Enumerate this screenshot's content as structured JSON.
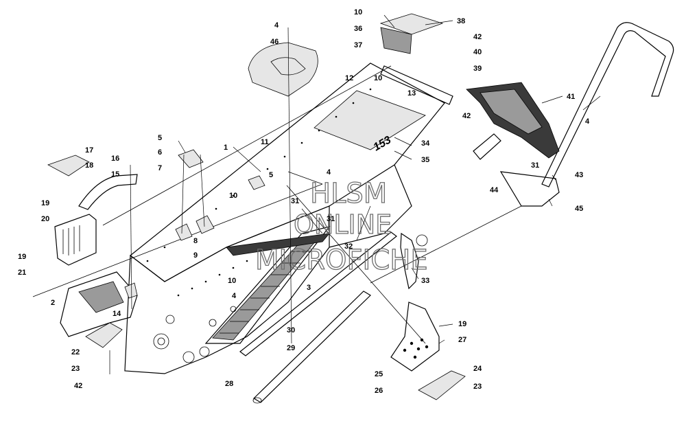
{
  "watermark": {
    "line1": "HLSM",
    "line2": "ONLINE",
    "line3": "MICROFICHE"
  },
  "callouts": [
    {
      "id": "c1",
      "text": "1"
    },
    {
      "id": "c2",
      "text": "2"
    },
    {
      "id": "c3",
      "text": "3"
    },
    {
      "id": "c4a",
      "text": "4"
    },
    {
      "id": "c4b",
      "text": "4"
    },
    {
      "id": "c4c",
      "text": "4"
    },
    {
      "id": "c4d",
      "text": "4"
    },
    {
      "id": "c5a",
      "text": "5"
    },
    {
      "id": "c5b",
      "text": "5"
    },
    {
      "id": "c6",
      "text": "6"
    },
    {
      "id": "c7",
      "text": "7"
    },
    {
      "id": "c8",
      "text": "8"
    },
    {
      "id": "c9",
      "text": "9"
    },
    {
      "id": "c10a",
      "text": "10"
    },
    {
      "id": "c10b",
      "text": "10"
    },
    {
      "id": "c10c",
      "text": "10"
    },
    {
      "id": "c10d",
      "text": "10"
    },
    {
      "id": "c11",
      "text": "11"
    },
    {
      "id": "c12",
      "text": "12"
    },
    {
      "id": "c13",
      "text": "13"
    },
    {
      "id": "c14",
      "text": "14"
    },
    {
      "id": "c15",
      "text": "15"
    },
    {
      "id": "c16",
      "text": "16"
    },
    {
      "id": "c17",
      "text": "17"
    },
    {
      "id": "c18",
      "text": "18"
    },
    {
      "id": "c19a",
      "text": "19"
    },
    {
      "id": "c19b",
      "text": "19"
    },
    {
      "id": "c19c",
      "text": "19"
    },
    {
      "id": "c20",
      "text": "20"
    },
    {
      "id": "c21",
      "text": "21"
    },
    {
      "id": "c22",
      "text": "22"
    },
    {
      "id": "c23a",
      "text": "23"
    },
    {
      "id": "c23b",
      "text": "23"
    },
    {
      "id": "c24",
      "text": "24"
    },
    {
      "id": "c25",
      "text": "25"
    },
    {
      "id": "c26",
      "text": "26"
    },
    {
      "id": "c27",
      "text": "27"
    },
    {
      "id": "c28",
      "text": "28"
    },
    {
      "id": "c29",
      "text": "29"
    },
    {
      "id": "c30",
      "text": "30"
    },
    {
      "id": "c31a",
      "text": "31"
    },
    {
      "id": "c31b",
      "text": "31"
    },
    {
      "id": "c31c",
      "text": "31"
    },
    {
      "id": "c32",
      "text": "32"
    },
    {
      "id": "c33",
      "text": "33"
    },
    {
      "id": "c34",
      "text": "34"
    },
    {
      "id": "c35",
      "text": "35"
    },
    {
      "id": "c36",
      "text": "36"
    },
    {
      "id": "c37",
      "text": "37"
    },
    {
      "id": "c38",
      "text": "38"
    },
    {
      "id": "c39",
      "text": "39"
    },
    {
      "id": "c40",
      "text": "40"
    },
    {
      "id": "c41",
      "text": "41"
    },
    {
      "id": "c42a",
      "text": "42"
    },
    {
      "id": "c42b",
      "text": "42"
    },
    {
      "id": "c42c",
      "text": "42"
    },
    {
      "id": "c43",
      "text": "43"
    },
    {
      "id": "c44",
      "text": "44"
    },
    {
      "id": "c45",
      "text": "45"
    },
    {
      "id": "c46",
      "text": "46"
    }
  ],
  "decal_text": "153"
}
